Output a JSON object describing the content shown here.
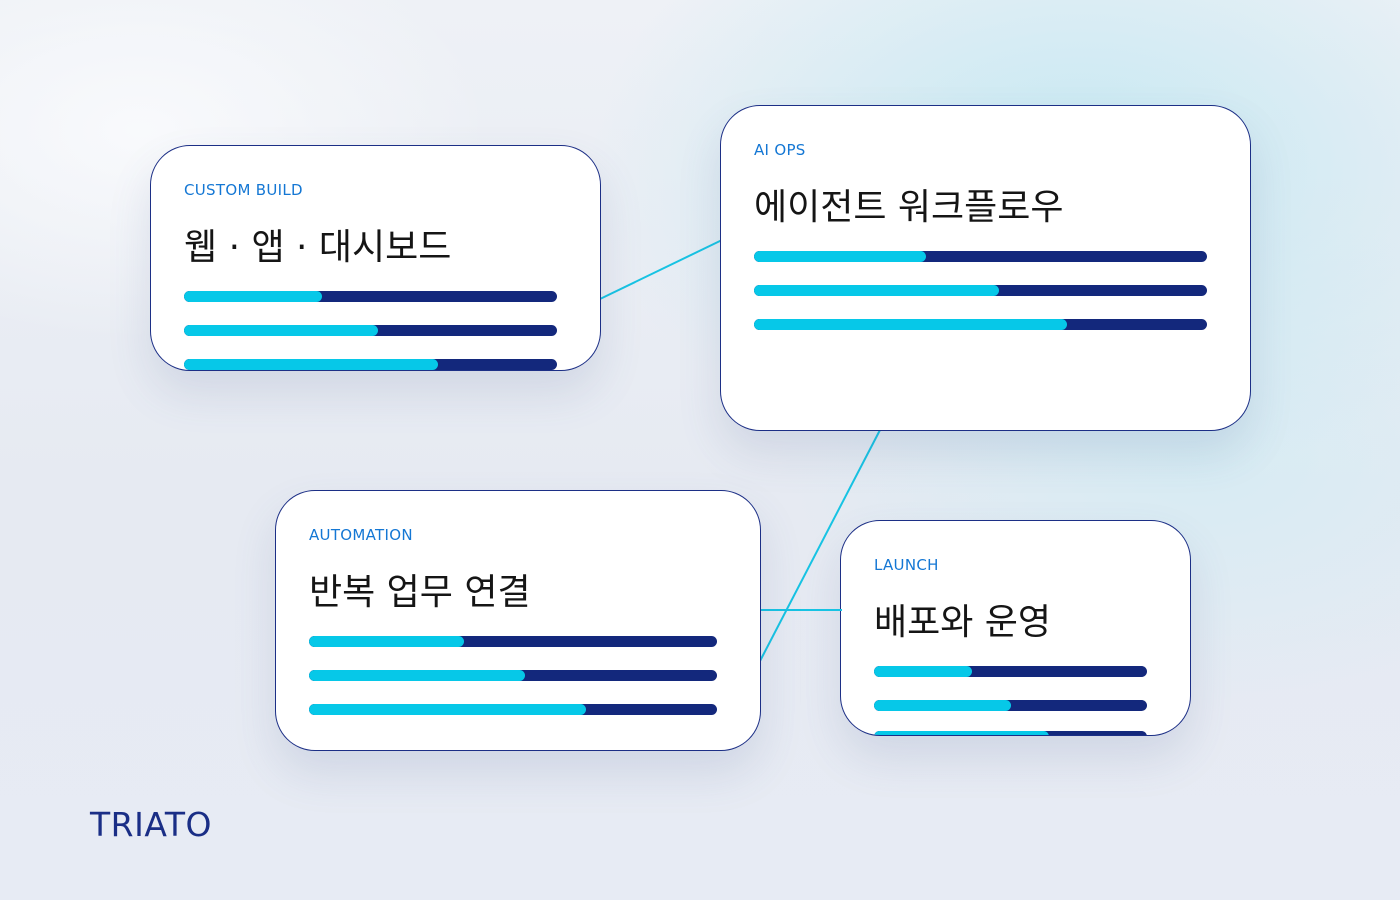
{
  "colors": {
    "card_border": "#1c2f86",
    "bar_track": "#13287c",
    "bar_fill": "#06c8e8",
    "tag_text": "#1477d4",
    "connector": "#17c3e3",
    "brand_text": "#1a2e86"
  },
  "cards": [
    {
      "tag": "CUSTOM BUILD",
      "title": "웹 · 앱 · 대시보드",
      "progress": [
        0.37,
        0.52,
        0.68
      ]
    },
    {
      "tag": "AI OPS",
      "title": "에이전트 워크플로우",
      "progress": [
        0.38,
        0.54,
        0.69
      ]
    },
    {
      "tag": "AUTOMATION",
      "title": "반복 업무 연결",
      "progress": [
        0.38,
        0.53,
        0.68
      ]
    },
    {
      "tag": "LAUNCH",
      "title": "배포와 운영",
      "progress": [
        0.36,
        0.5,
        0.64
      ]
    }
  ],
  "brand": "TRIATO"
}
